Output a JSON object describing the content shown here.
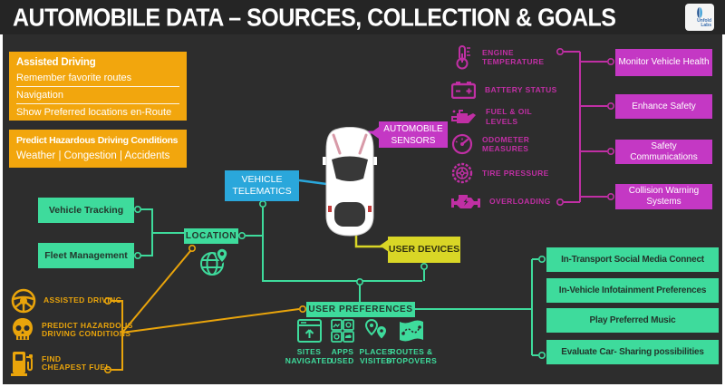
{
  "title": "AUTOMOBILE DATA – SOURCES, COLLECTION & GOALS",
  "logo": {
    "line1": "Unfold",
    "line2": "Labs"
  },
  "colors": {
    "background": "#2d2d2d",
    "orange": "#F2A60D",
    "green": "#3EDB9C",
    "magenta_box": "#C438C4",
    "magenta_icon": "#C02FA4",
    "blue": "#2AA7DB",
    "yellow": "#D9D626"
  },
  "panels": {
    "assisted": {
      "heading": "Assisted Driving",
      "items": [
        "Remember favorite routes",
        "Navigation",
        "Show Preferred locations en-Route"
      ]
    },
    "hazard": {
      "heading": "Predict Hazardous Driving Conditions",
      "subtext": "Weather | Congestion | Accidents"
    }
  },
  "nodes": {
    "automobile_sensors": "AUTOMOBILE SENSORS",
    "vehicle_telematics": "VEHICLE TELEMATICS",
    "user_devices": "USER DEVICES",
    "location": "LOCATION",
    "user_preferences": "USER PREFERENCES"
  },
  "location_uses": [
    "Vehicle Tracking",
    "Fleet Management"
  ],
  "sensors": [
    {
      "icon": "thermometer-icon",
      "label": "ENGINE TEMPERATURE"
    },
    {
      "icon": "battery-icon",
      "label": "BATTERY STATUS"
    },
    {
      "icon": "oil-can-icon",
      "label": "FUEL & OIL LEVELS"
    },
    {
      "icon": "odometer-icon",
      "label": "ODOMETER MEASURES"
    },
    {
      "icon": "tire-icon",
      "label": "TIRE PRESSURE"
    },
    {
      "icon": "engine-icon",
      "label": "OVERLOADING"
    }
  ],
  "vehicle_goals": [
    "Monitor Vehicle Health",
    "Enhance Safety",
    "Safety Communications",
    "Collision Warning Systems"
  ],
  "driver_goals": [
    {
      "icon": "steering-wheel-icon",
      "lines": [
        "ASSISTED DRIVING"
      ]
    },
    {
      "icon": "skull-icon",
      "lines": [
        "PREDICT HAZARDOUS",
        "DRIVING CONDITIONS"
      ]
    },
    {
      "icon": "fuel-pump-icon",
      "lines": [
        "FIND",
        "CHEAPEST FUEL"
      ]
    }
  ],
  "preference_sources": [
    {
      "icon": "browser-icon",
      "lines": [
        "SITES",
        "NAVIGATED"
      ]
    },
    {
      "icon": "apps-grid-icon",
      "lines": [
        "APPS",
        "USED"
      ]
    },
    {
      "icon": "map-pins-icon",
      "lines": [
        "PLACES",
        "VISITED"
      ]
    },
    {
      "icon": "route-map-icon",
      "lines": [
        "ROUTES &",
        "STOPOVERS"
      ]
    }
  ],
  "preference_goals": [
    "In-Transport Social Media Connect",
    "In-Vehicle Infotainment Preferences",
    "Play Preferred Music",
    "Evaluate Car- Sharing possibilities"
  ]
}
